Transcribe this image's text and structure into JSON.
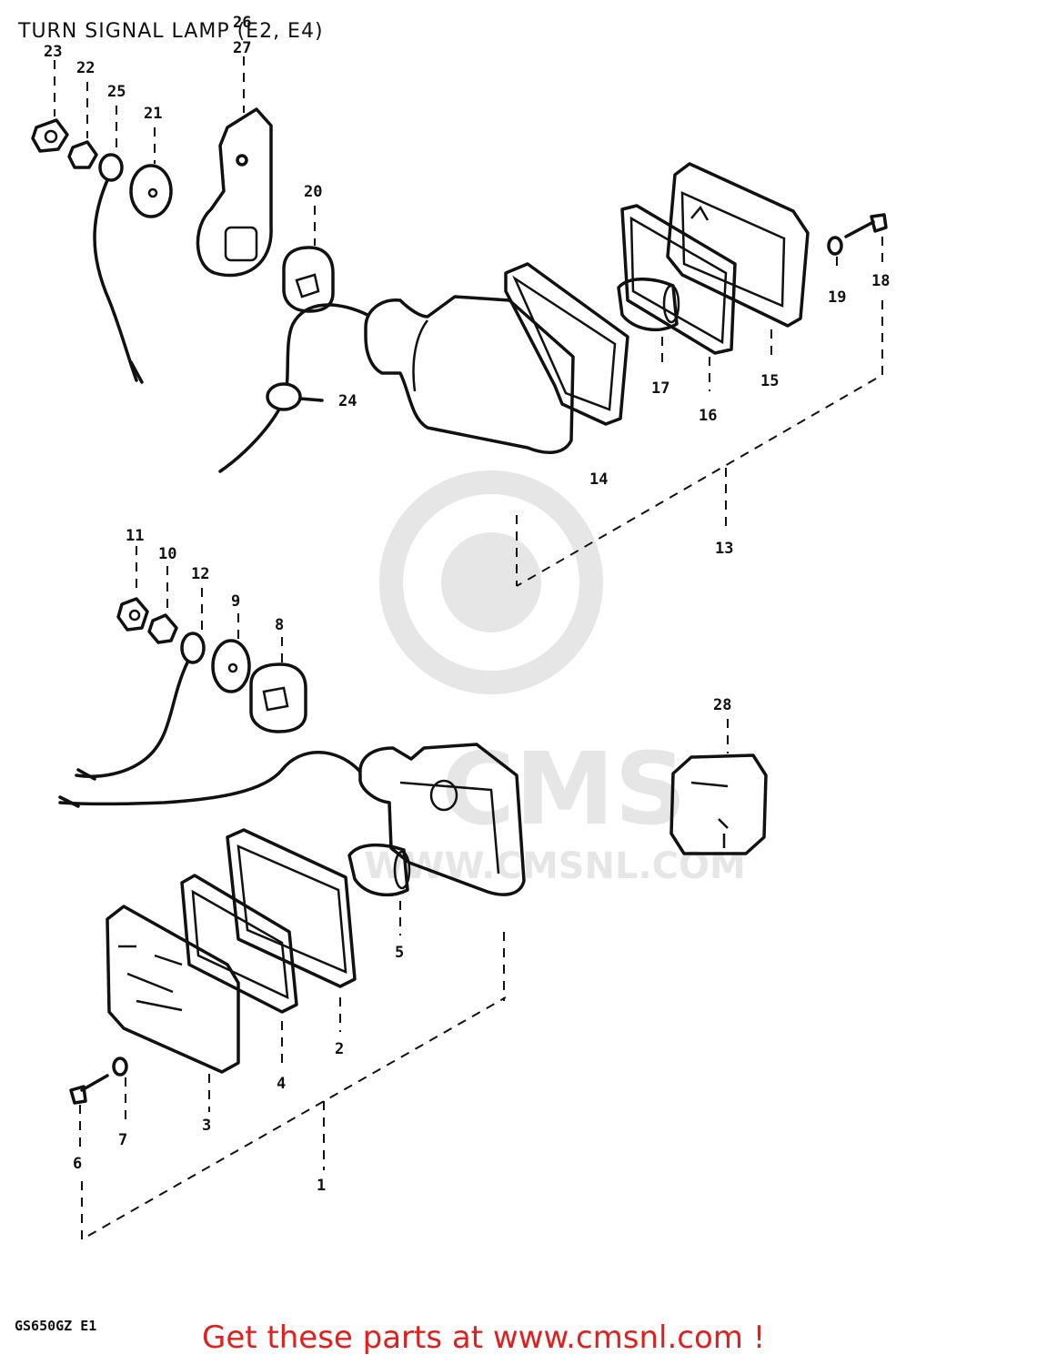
{
  "title": "TURN SIGNAL LAMP (E2, E4)",
  "model_code": "GS650GZ E1",
  "cta": "Get these parts at www.cmsnl.com !",
  "watermark": {
    "brand": "CMS",
    "url": "WWW.CMSNL.COM"
  },
  "colors": {
    "cta": "#e0201e",
    "line": "#111111",
    "watermark": "#e6e6e6"
  },
  "callouts": {
    "p1": "1",
    "p2": "2",
    "p3": "3",
    "p4": "4",
    "p5": "5",
    "p6": "6",
    "p7": "7",
    "p8": "8",
    "p9": "9",
    "p10": "10",
    "p11": "11",
    "p12": "12",
    "p13": "13",
    "p14": "14",
    "p15": "15",
    "p16": "16",
    "p17": "17",
    "p18": "18",
    "p19": "19",
    "p20": "20",
    "p21": "21",
    "p22": "22",
    "p23": "23",
    "p24": "24",
    "p25": "25",
    "p26": "26",
    "p27": "27",
    "p28": "28"
  }
}
